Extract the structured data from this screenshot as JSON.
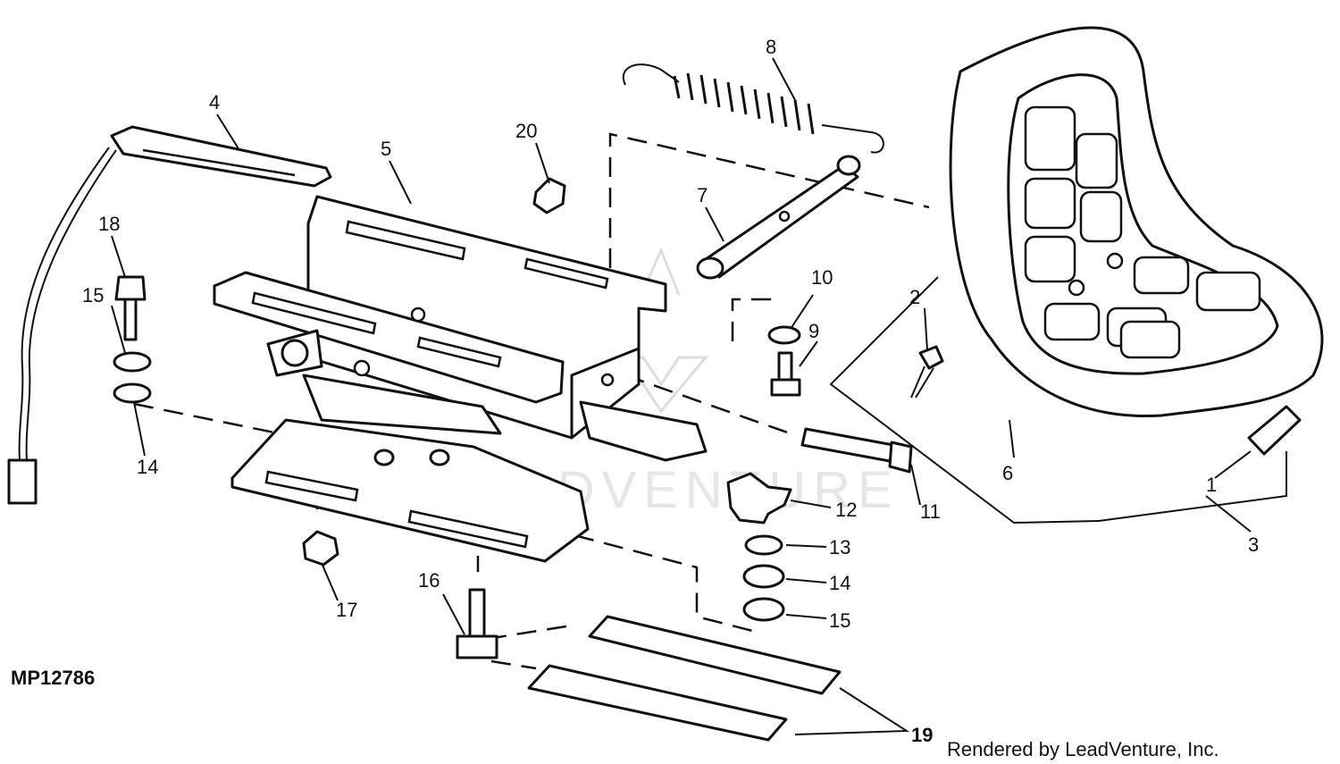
{
  "figure_code": "MP12786",
  "credit": "Rendered by LeadVenture, Inc.",
  "watermark": "LEADVENTURE",
  "callouts": [
    {
      "id": "1",
      "label": "1"
    },
    {
      "id": "2",
      "label": "2"
    },
    {
      "id": "3",
      "label": "3"
    },
    {
      "id": "4",
      "label": "4"
    },
    {
      "id": "5",
      "label": "5"
    },
    {
      "id": "6",
      "label": "6"
    },
    {
      "id": "7",
      "label": "7"
    },
    {
      "id": "8",
      "label": "8"
    },
    {
      "id": "9",
      "label": "9"
    },
    {
      "id": "10",
      "label": "10"
    },
    {
      "id": "11",
      "label": "11"
    },
    {
      "id": "12",
      "label": "12"
    },
    {
      "id": "13",
      "label": "13"
    },
    {
      "id": "14a",
      "label": "14"
    },
    {
      "id": "14b",
      "label": "14"
    },
    {
      "id": "15a",
      "label": "15"
    },
    {
      "id": "15b",
      "label": "15"
    },
    {
      "id": "16",
      "label": "16"
    },
    {
      "id": "17",
      "label": "17"
    },
    {
      "id": "18",
      "label": "18"
    },
    {
      "id": "19",
      "label": "19"
    },
    {
      "id": "20",
      "label": "20"
    }
  ]
}
